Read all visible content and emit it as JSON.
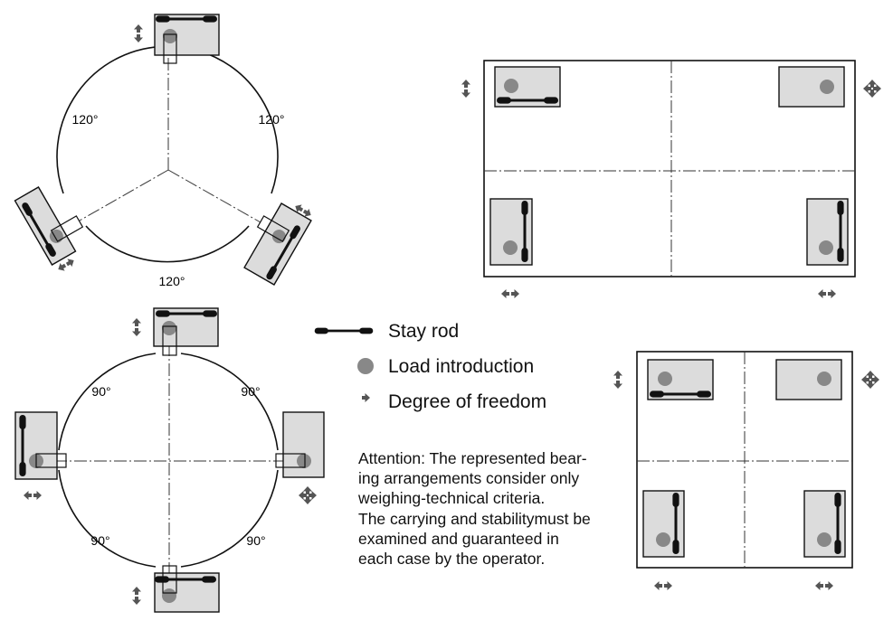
{
  "colors": {
    "pad_fill": "#dcdcdc",
    "load_dot": "#888888",
    "rod": "#111111",
    "arrow": "#555555",
    "line": "#111111",
    "centerline": "#333333"
  },
  "angles": {
    "three_point": [
      "120°",
      "120°",
      "120°"
    ],
    "four_point": [
      "90°",
      "90°",
      "90°",
      "90°"
    ]
  },
  "legend": {
    "stay_rod": "Stay rod",
    "load_introduction": "Load introduction",
    "degree_of_freedom": "Degree of freedom"
  },
  "note": {
    "lines": [
      "Attention: The represented bear-",
      "ing arrangements consider only",
      "weighing-technical criteria.",
      "The carrying and stabilitymust be",
      "examined and guaranteed in",
      "each case by the operator."
    ]
  },
  "icons": [
    "stay-rod-icon",
    "load-dot-icon",
    "arrow-icon",
    "four-way-arrow-icon"
  ]
}
